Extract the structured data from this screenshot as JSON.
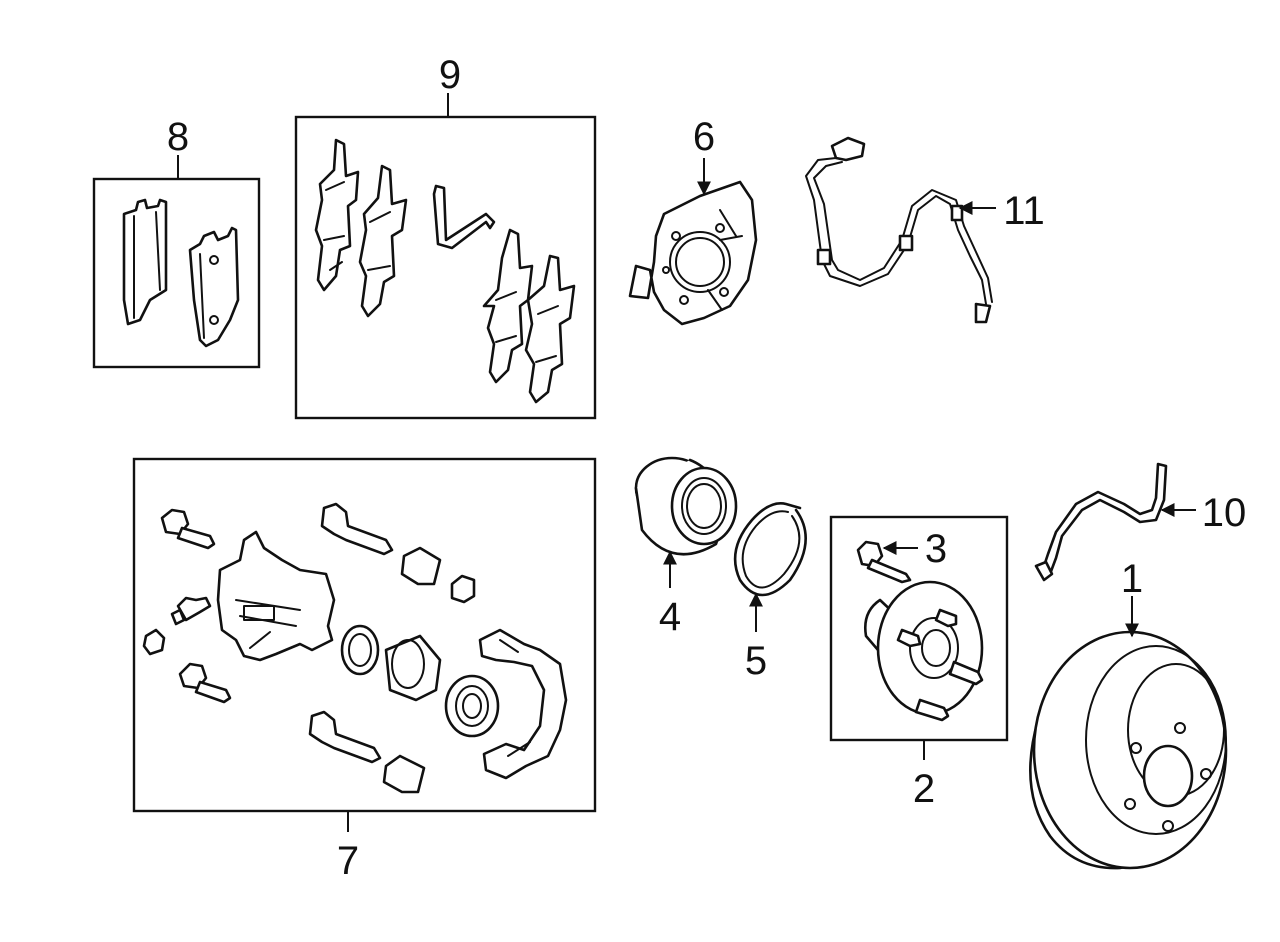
{
  "callouts": {
    "c1": "1",
    "c2": "2",
    "c3": "3",
    "c4": "4",
    "c5": "5",
    "c6": "6",
    "c7": "7",
    "c8": "8",
    "c9": "9",
    "c10": "10",
    "c11": "11"
  },
  "colors": {
    "line": "#111111",
    "background": "#ffffff"
  }
}
